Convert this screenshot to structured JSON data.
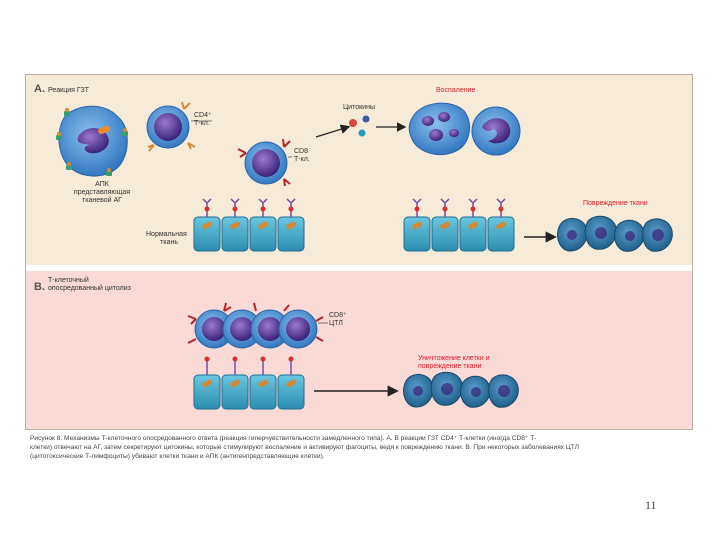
{
  "panel_a": {
    "letter": "А.",
    "title": "Реакция ГЗТ",
    "labels": {
      "apc": "АПК\nпредставляющая\nтканевой АГ",
      "cd4": "CD4⁺\nТ-кл.",
      "cd8": "CD8\nТ-кл.",
      "cytokines": "Цитокины",
      "inflammation": "Воспаление",
      "tissue_damage": "Повреждение ткани",
      "normal_tissue": "Нормальная\nткань"
    }
  },
  "panel_b": {
    "letter": "В.",
    "title": "Т-клеточный\nопосредованный цитолиз",
    "labels": {
      "ctl": "CD8⁺\nЦТЛ",
      "cell_killing": "Уничтожение клетки и\nповреждение ткани"
    }
  },
  "caption": {
    "lines": [
      "Рисунок 8. Механизмы Т-клеточного опосредованного ответа (реакция гиперчувствительности замедленного типа). А. В реакции ГЗТ CD4⁺ Т-клетки (иногда CD8⁺ Т-",
      "клетки) отвечают на АГ, затем секретируют цитокины, которые стимулируют воспаление и активируют фагоциты, ведя к повреждению ткани. В. При некоторых заболеваниях ЦТЛ",
      "(цитотоксические Т-лимфоциты) убивают клетки ткани и АПК (антигенпредставляющие клетки)."
    ]
  },
  "page_number": "11",
  "colors": {
    "panel_a_bg": "#f6ead8",
    "panel_b_bg": "#f9dad6",
    "cell_body": "#4a8fd0",
    "nucleus": "#5a3b98",
    "tissue": "#3aa8c8",
    "receptor": "#d08a38",
    "red_text": "#d8202a"
  }
}
